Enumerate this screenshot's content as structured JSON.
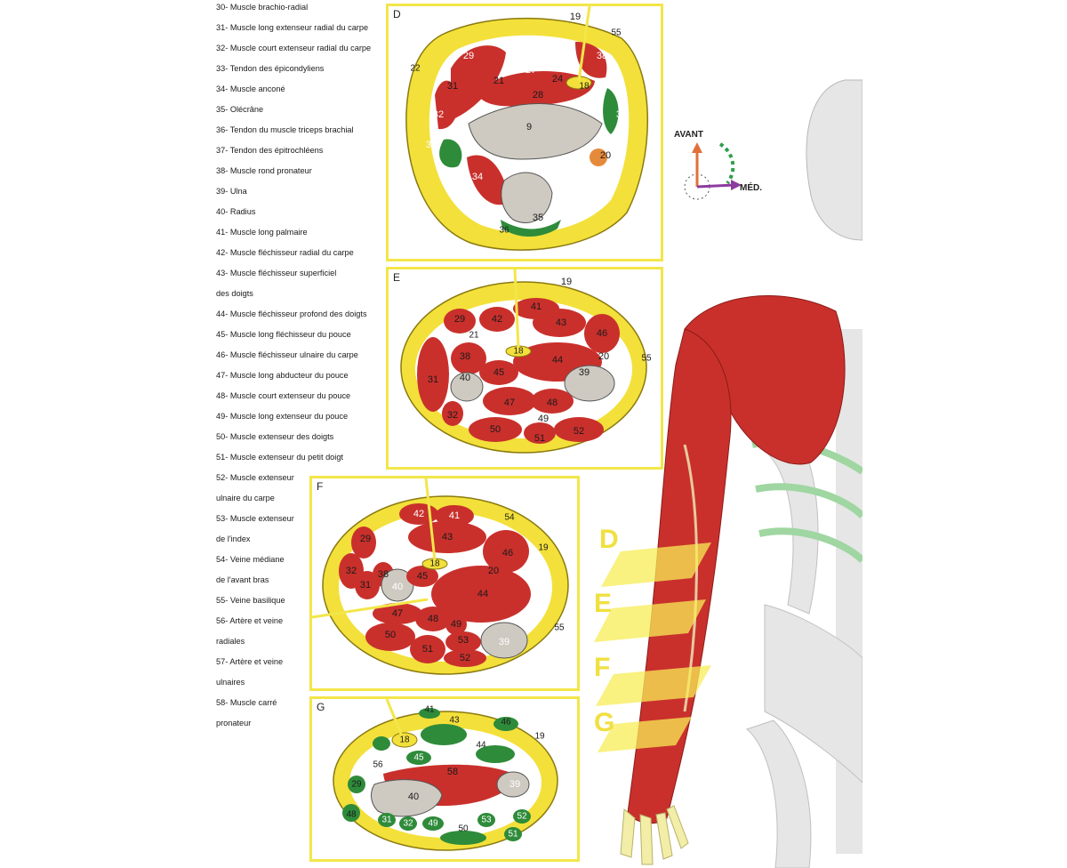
{
  "legend": [
    {
      "text": "30- Muscle brachio-radial"
    },
    {
      "text": "31- Muscle long extenseur radial du carpe"
    },
    {
      "text": "32- Muscle court extenseur radial du carpe"
    },
    {
      "text": "33- Tendon des épicondyliens"
    },
    {
      "text": "34- Muscle anconé"
    },
    {
      "text": "35- Olécrâne"
    },
    {
      "text": "36- Tendon du muscle triceps brachial"
    },
    {
      "text": "37- Tendon des épitrochléens"
    },
    {
      "text": "38- Muscle rond pronateur"
    },
    {
      "text": "39- Ulna"
    },
    {
      "text": "40- Radius"
    },
    {
      "text": "41- Muscle long palmaire"
    },
    {
      "text": "42- Muscle fléchisseur radial du carpe"
    },
    {
      "text": "43- Muscle fléchisseur superficiel"
    },
    {
      "text": "des doigts"
    },
    {
      "text": "44- Muscle fléchisseur profond des doigts"
    },
    {
      "text": "45- Muscle long fléchisseur du pouce"
    },
    {
      "text": "46- Muscle fléchisseur ulnaire du carpe"
    },
    {
      "text": "47- Muscle long abducteur du pouce"
    },
    {
      "text": "48- Muscle court extenseur du pouce"
    },
    {
      "text": "49- Muscle long extenseur du pouce"
    },
    {
      "text": "50- Muscle extenseur des doigts"
    },
    {
      "text": "51- Muscle extenseur du petit doigt"
    },
    {
      "text": "52- Muscle extenseur"
    },
    {
      "text": "ulnaire du carpe"
    },
    {
      "text": "53- Muscle extenseur"
    },
    {
      "text": "de l'index"
    },
    {
      "text": "54- Veine médiane"
    },
    {
      "text": "de l'avant bras"
    },
    {
      "text": "55- Veine basilique"
    },
    {
      "text": "56- Artère et veine"
    },
    {
      "text": "radiales"
    },
    {
      "text": "57- Artère et veine"
    },
    {
      "text": "ulnaires"
    },
    {
      "text": "58- Muscle carré"
    },
    {
      "text": "pronateur"
    }
  ],
  "panels": {
    "D": {
      "label": "D",
      "numbers": [
        "19",
        "55",
        "22",
        "29",
        "27",
        "38",
        "31",
        "21",
        "24",
        "18",
        "28",
        "32",
        "9",
        "37",
        "33",
        "20",
        "34",
        "35",
        "36"
      ]
    },
    "E": {
      "label": "E",
      "numbers": [
        "19",
        "41",
        "29",
        "42",
        "43",
        "46",
        "21",
        "18",
        "38",
        "20",
        "55",
        "44",
        "45",
        "39",
        "31",
        "40",
        "32",
        "47",
        "48",
        "49",
        "50",
        "51",
        "52"
      ]
    },
    "F": {
      "label": "F",
      "numbers": [
        "42",
        "41",
        "54",
        "43",
        "29",
        "19",
        "46",
        "32",
        "18",
        "20",
        "38",
        "31",
        "40",
        "45",
        "44",
        "47",
        "48",
        "49",
        "55",
        "50",
        "51",
        "53",
        "52",
        "39"
      ]
    },
    "G": {
      "label": "G",
      "numbers": [
        "41",
        "43",
        "46",
        "18",
        "44",
        "19",
        "45",
        "56",
        "58",
        "29",
        "40",
        "39",
        "48",
        "31",
        "32",
        "49",
        "53",
        "52",
        "50",
        "51"
      ]
    }
  },
  "compass": {
    "front": "AVANT",
    "medial": "MÉD."
  },
  "section_levels": [
    "D",
    "E",
    "F",
    "G"
  ],
  "colors": {
    "muscle": "#c9302c",
    "fat": "#f3e03a",
    "bone": "#cfcac1",
    "tendon": "#2e8b3a",
    "frame": "#f3e64a",
    "skeleton": "#e6e6e6"
  }
}
